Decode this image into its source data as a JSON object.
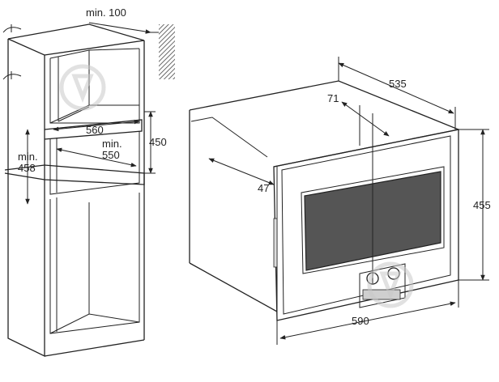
{
  "labels": {
    "min_100": "min. 100",
    "d560": "560",
    "min_550_line1": "min.",
    "min_550_line2": "550",
    "d450": "450",
    "min_458_line1": "min.",
    "min_458_line2": "458",
    "d535": "535",
    "d71": "71",
    "d47": "47",
    "d455": "455",
    "d590": "590"
  },
  "colors": {
    "line": "#222222",
    "window": "#555555",
    "panel": "#f4f4f4",
    "wall_hatch": "#444444"
  }
}
